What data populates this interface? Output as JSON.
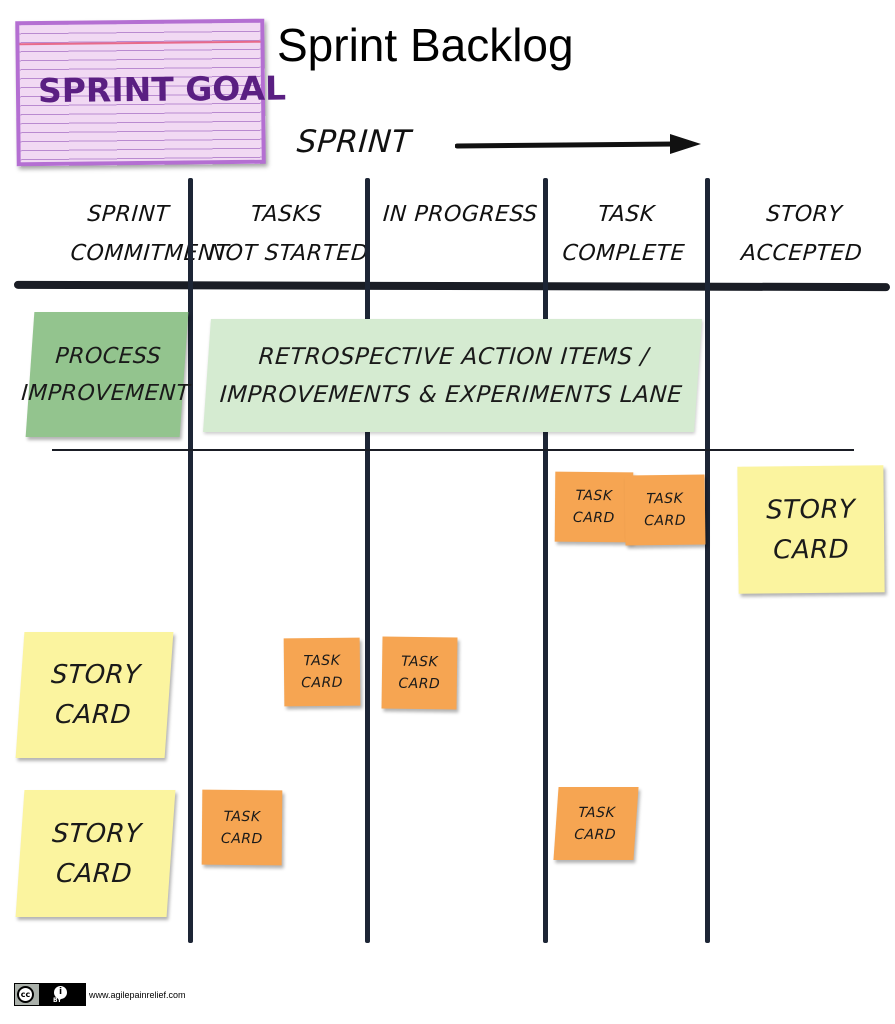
{
  "title": "Sprint Backlog",
  "sprint_goal": "SPRINT GOAL",
  "sprint_label": "SPRINT",
  "columns": [
    {
      "line1": "SPRINT",
      "line2": "COMMITMENT"
    },
    {
      "line1": "TASKS",
      "line2": "NOT STARTED"
    },
    {
      "line1": "IN PROGRESS",
      "line2": ""
    },
    {
      "line1": "TASK",
      "line2": "COMPLETE"
    },
    {
      "line1": "STORY",
      "line2": "ACCEPTED"
    }
  ],
  "improvement_lane": {
    "commitment": {
      "line1": "PROCESS",
      "line2": "IMPROVEMENT"
    },
    "banner": {
      "line1": "RETROSPECTIVE ACTION ITEMS /",
      "line2": "IMPROVEMENTS & EXPERIMENTS LANE"
    }
  },
  "cards": {
    "story": {
      "line1": "STORY",
      "line2": "CARD"
    },
    "task": {
      "line1": "TASK",
      "line2": "CARD"
    }
  },
  "footer": {
    "license_cc": "cc",
    "license_by": "BY",
    "url": "www.agilepainrelief.com"
  },
  "colors": {
    "goal_card": "#f1d9f3",
    "process_improvement": "#93c48e",
    "retro_banner": "#d5ebd1",
    "story_card": "#fbf49f",
    "task_card": "#f6a552"
  }
}
